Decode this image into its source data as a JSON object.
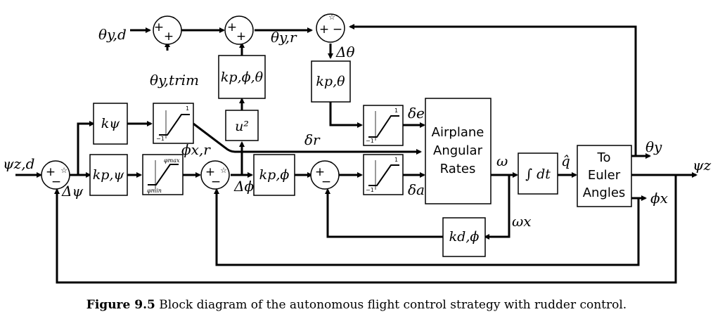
{
  "signals": {
    "theta_y_d": "θy,d",
    "theta_y_trim": "θy,trim",
    "theta_y_r": "θy,r",
    "delta_theta": "Δθ",
    "psi_z_d": "ψz,d",
    "delta_psi": "Δψ",
    "phi_x_r": "ϕx,r",
    "delta_phi": "Δϕ",
    "delta_r": "δr",
    "delta_e": "δe",
    "delta_a": "δa",
    "omega": "ω",
    "omega_x": "ωx",
    "q_hat": "q̂",
    "theta_y": "θy",
    "psi_z": "ψz",
    "phi_x": "ϕx"
  },
  "blocks": {
    "k_psi": "kψ",
    "k_p_psi": "kp,ψ",
    "k_p_phi_theta": "kp,ϕ,θ",
    "u_squared": "u²",
    "k_p_theta": "kp,θ",
    "k_p_phi": "kp,ϕ",
    "k_d_phi": "kd,ϕ",
    "airplane": [
      "Airplane",
      "Angular",
      "Rates"
    ],
    "integrator": "∫ dt",
    "to_euler": [
      "To",
      "Euler",
      "Angles"
    ],
    "sat_upper": "1",
    "sat_lower": "−1",
    "phi_max": "φmax",
    "phi_min": "φmin"
  },
  "caption": {
    "label": "Figure 9.5",
    "text": " Block diagram of the autonomous flight control strategy with rudder control."
  }
}
